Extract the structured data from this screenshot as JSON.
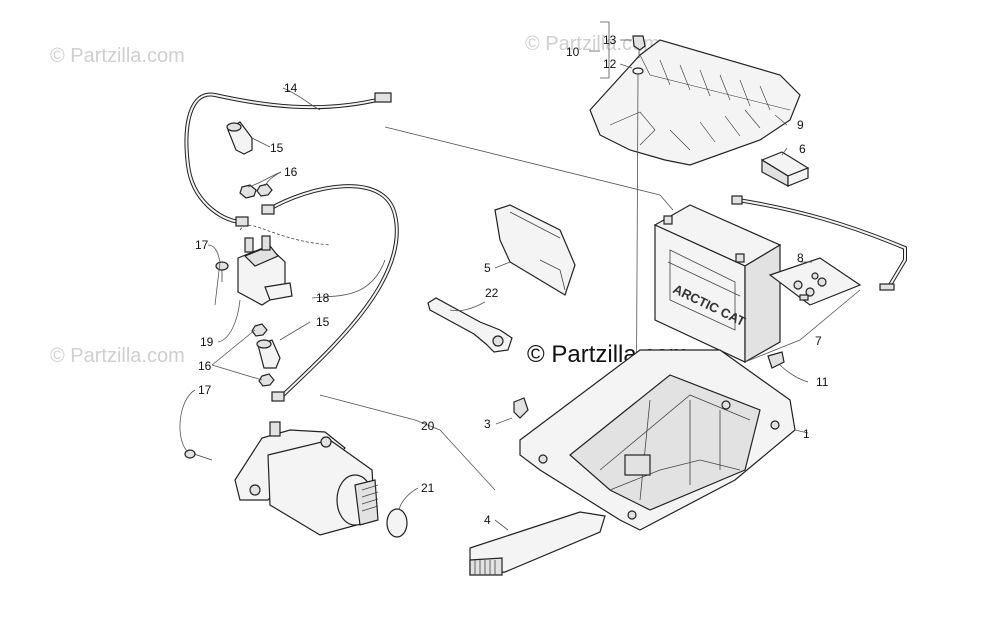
{
  "watermarks": {
    "top_left": "© Partzilla.com",
    "top_center": "© Partzilla.com",
    "middle_left": "© Partzilla.com",
    "center": "© Partzilla.com"
  },
  "callouts": {
    "c1": "1",
    "c3": "3",
    "c4": "4",
    "c5": "5",
    "c6": "6",
    "c7": "7",
    "c8": "8",
    "c9": "9",
    "c10": "10",
    "c11": "11",
    "c12": "12",
    "c13": "13",
    "c14": "14",
    "c15a": "15",
    "c15b": "15",
    "c16a": "16",
    "c16b": "16",
    "c17a": "17",
    "c17b": "17",
    "c18": "18",
    "c19": "19",
    "c20": "20",
    "c21": "21",
    "c22": "22"
  },
  "battery_label": "ARCTIC CAT"
}
